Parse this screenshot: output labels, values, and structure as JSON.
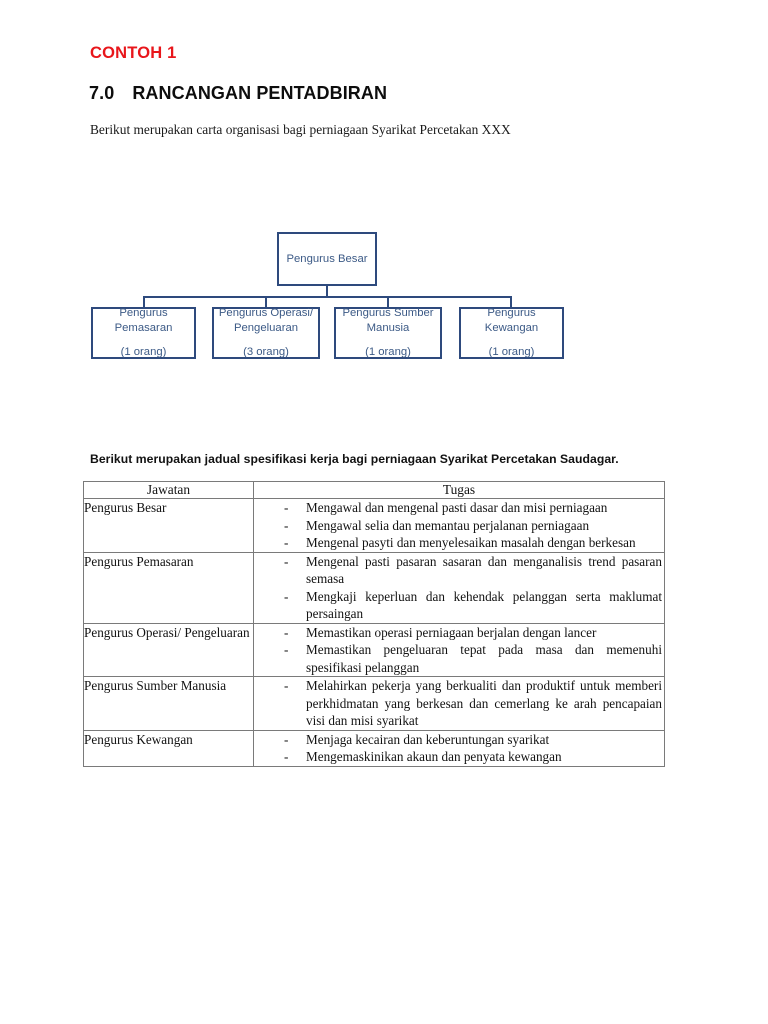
{
  "document": {
    "example_label": "CONTOH 1",
    "section_number": "7.0",
    "section_title": "RANCANGAN PENTADBIRAN",
    "intro_text": "Berikut merupakan carta organisasi bagi perniagaan Syarikat Percetakan XXX",
    "table_intro_text": "Berikut merupakan jadual spesifikasi kerja bagi perniagaan Syarikat Percetakan Saudagar."
  },
  "colors": {
    "example_label_red": "#E8161B",
    "chart_border_blue": "#2E4A7D",
    "chart_text_blue": "#3C5A86",
    "table_border_gray": "#7A7A7A",
    "body_text": "#131313"
  },
  "org_chart": {
    "root": {
      "title": "Pengurus Besar",
      "headcount": ""
    },
    "children": [
      {
        "title_line1": "Pengurus",
        "title_line2": "Pemasaran",
        "headcount": "(1 orang)"
      },
      {
        "title_line1": "Pengurus Operasi/",
        "title_line2": "Pengeluaran",
        "headcount": "(3 orang)"
      },
      {
        "title_line1": "Pengurus Sumber",
        "title_line2": "Manusia",
        "headcount": "(1 orang)"
      },
      {
        "title_line1": "Pengurus",
        "title_line2": "Kewangan",
        "headcount": "(1 orang)"
      }
    ]
  },
  "job_table": {
    "headers": {
      "jawatan": "Jawatan",
      "tugas": "Tugas"
    },
    "rows": [
      {
        "jawatan": "Pengurus Besar",
        "duties": [
          "Mengawal dan mengenal pasti dasar dan misi perniagaan",
          "Mengawal selia dan memantau perjalanan perniagaan",
          "Mengenal pasyti dan menyelesaikan masalah dengan berkesan"
        ]
      },
      {
        "jawatan": "Pengurus Pemasaran",
        "duties": [
          "Mengenal pasti pasaran sasaran dan menganalisis trend pasaran semasa",
          "Mengkaji keperluan dan kehendak pelanggan serta maklumat persaingan"
        ]
      },
      {
        "jawatan": "Pengurus Operasi/ Pengeluaran",
        "duties": [
          "Memastikan operasi perniagaan berjalan dengan lancer",
          "Memastikan pengeluaran tepat pada masa dan memenuhi spesifikasi pelanggan"
        ]
      },
      {
        "jawatan": "Pengurus Sumber Manusia",
        "duties": [
          "Melahirkan pekerja yang berkualiti dan produktif untuk memberi perkhidmatan yang berkesan dan cemerlang ke arah pencapaian visi dan misi syarikat"
        ]
      },
      {
        "jawatan": "Pengurus Kewangan",
        "duties": [
          "Menjaga kecairan dan keberuntungan syarikat",
          "Mengemaskinikan akaun dan penyata kewangan"
        ]
      }
    ]
  }
}
